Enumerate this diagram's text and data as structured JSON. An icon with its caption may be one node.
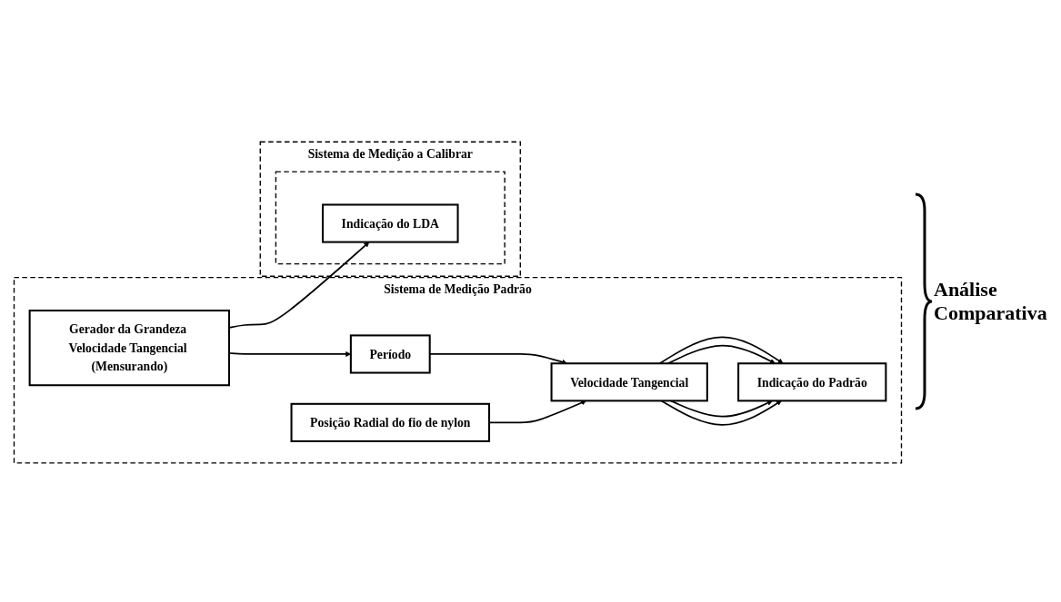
{
  "diagram": {
    "nodes": [
      {
        "text": [
          "Sistema de Medição Padrão"
        ]
      },
      {
        "text": [
          "Período"
        ],
        "in": 0
      },
      {
        "text": [
          "Posição Radial do fio de nylon"
        ],
        "in": 0
      },
      {
        "text": [
          "Velocidade Tangencial"
        ],
        "in": 0
      },
      {
        "text": [
          "Indicação do Padrão"
        ],
        "in": 0
      },
      {
        "text": [
          "Gerador da Grandeza Velocidade Tangencial (Mensurando)"
        ],
        "in": 0
      },
      {
        "text": [
          "Sistema de Medição a Calibrar"
        ]
      },
      {
        "text": [],
        "shape": "box",
        "in": 6
      },
      {
        "text": [
          "Indicação do LDA"
        ],
        "in": 7
      }
    ],
    "edges": [
      {
        "from": 5,
        "to": 1,
        "arrow": "to"
      },
      {
        "from": 1,
        "to": 3,
        "arrow": "to"
      },
      {
        "from": 2,
        "to": 3,
        "arrow": "to"
      },
      {
        "from": 3,
        "to": 4,
        "arrow": "to"
      },
      {
        "from": 3,
        "to": 4,
        "arrow": "to"
      },
      {
        "from": 3,
        "to": 4,
        "arrow": "to"
      },
      {
        "from": 3,
        "to": 4,
        "arrow": "to"
      },
      {
        "from": 5,
        "to": 8,
        "arrow": "to"
      }
    ],
    "labels": [
      "Análise Comparativa"
    ]
  }
}
